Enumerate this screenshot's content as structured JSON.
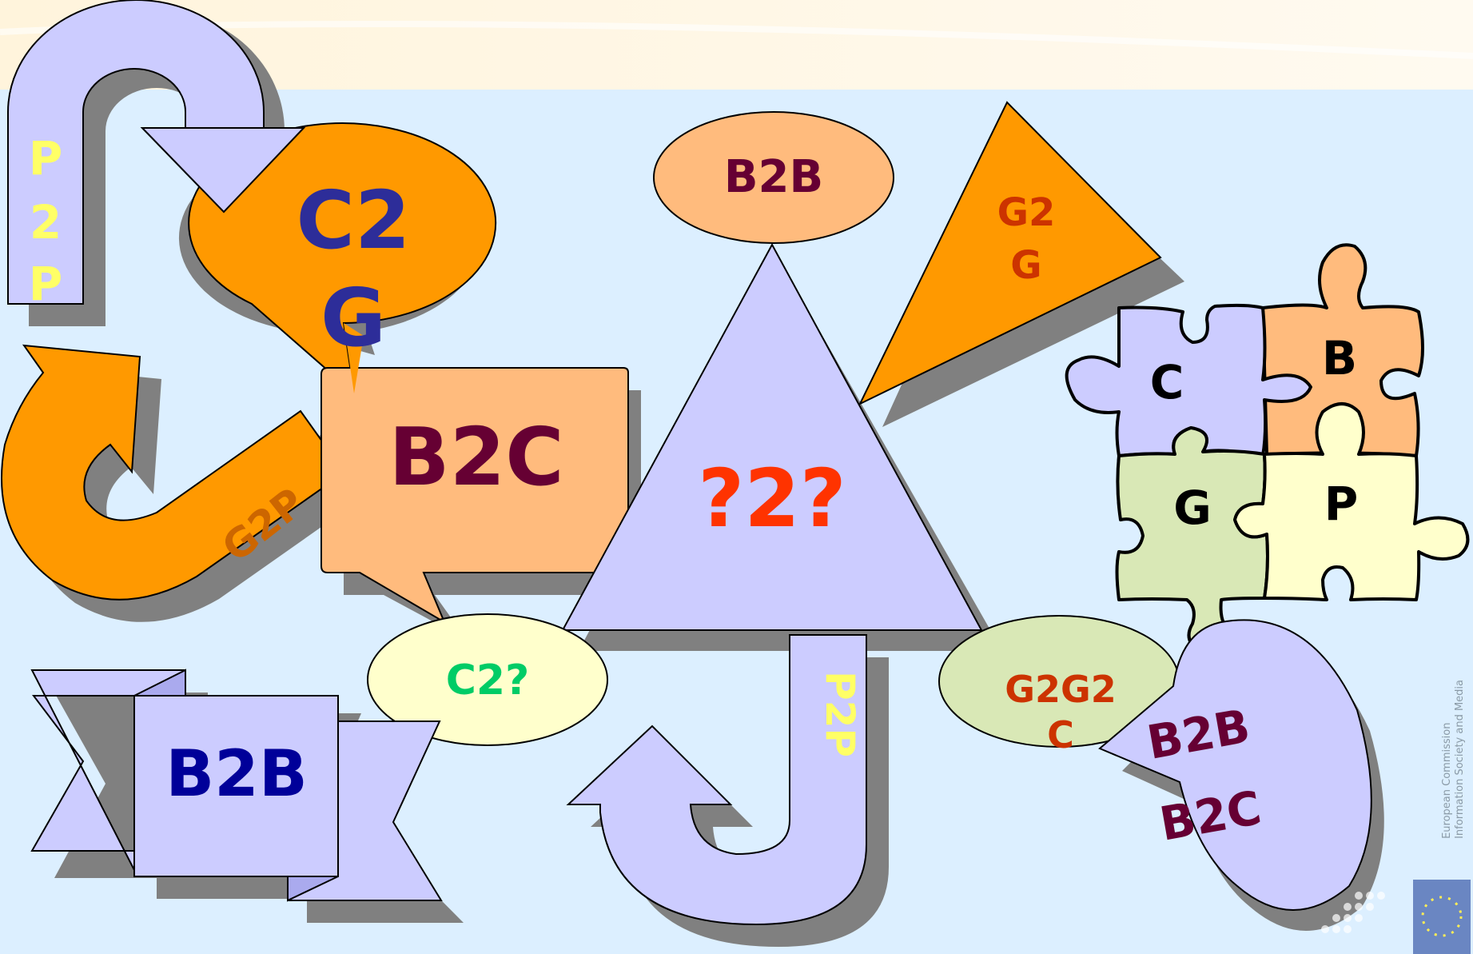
{
  "labels": {
    "p2p_vertical": [
      "P",
      "2",
      "P"
    ],
    "c2g_line1": "C2",
    "c2g_line2": "G",
    "b2b_top": "B2B",
    "g2g_line1": "G2",
    "g2g_line2": "G",
    "b2c_main": "B2C",
    "center_question": "?2?",
    "g2p_arrow": "G2P",
    "c2q": "C2?",
    "p2p_rotated": "P2P",
    "g2g2c_line1": "G2G2",
    "g2g2c_line2": "C",
    "b2b_banner": "B2B",
    "oval_b2b": "B2B",
    "oval_b2c": "B2C",
    "puzzle_c": "C",
    "puzzle_b": "B",
    "puzzle_g": "G",
    "puzzle_p": "P"
  },
  "footer": {
    "org_line1": "European Commission",
    "org_line2": "Information Society and Media"
  },
  "colors": {
    "lavender": "#ccccff",
    "orange": "#ff9900",
    "peach": "#ffbb7d",
    "cream": "#ffffcc",
    "sage": "#d9e8b6",
    "navy": "#2d2d99",
    "maroon": "#660033",
    "red_orange": "#cc3300",
    "bright_red": "#ff3300",
    "green": "#00cc66",
    "yellow": "#ffff66",
    "blue": "#000099"
  }
}
